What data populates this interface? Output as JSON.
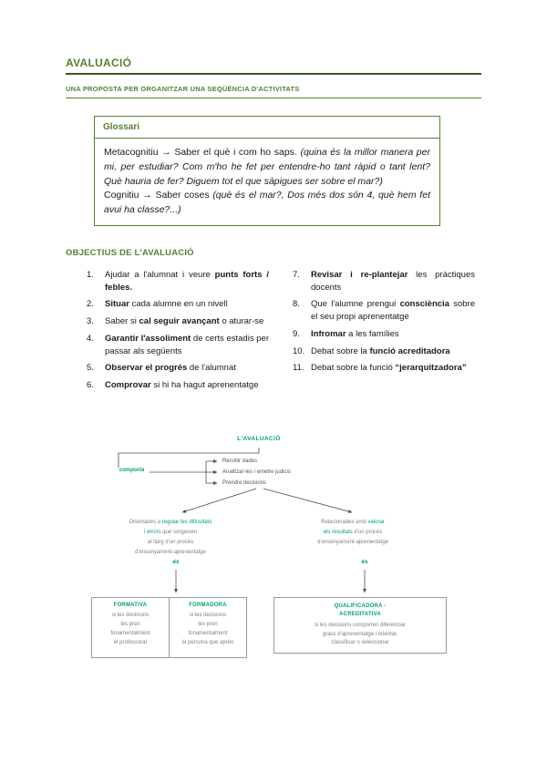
{
  "colors": {
    "heading_green": "#538135",
    "dark_green": "#385623",
    "diagram_green": "#00A45F",
    "body_text": "#1a1a1a",
    "diagram_gray": "#808080",
    "line_gray": "#4d4d4d"
  },
  "page": {
    "title": "AVALUACIÓ",
    "subtitle": "UNA PROPOSTA PER ORGANITZAR UNA SEQÜÈNCIA D'ACTIVITATS"
  },
  "glossary": {
    "header": "Glossari",
    "paragraphs": [
      {
        "runs": [
          {
            "t": "Metacognitiu → Saber el què i com ho saps. "
          },
          {
            "t": "(quina és la millor manera per mi, per estudiar? Com m'ho he fet per entendre-ho tant ràpid o tant lent? Què hauria de fer? Diguem tot el que sàpigues ser sobre el mar?)",
            "i": true
          }
        ]
      },
      {
        "runs": [
          {
            "t": "Cognitiu → Saber coses "
          },
          {
            "t": "(què és el mar?, Dos més dos són 4, què hem fet avui ha classe?...)",
            "i": true
          }
        ]
      }
    ]
  },
  "objectives": {
    "heading": "OBJECTIUS DE L'AVALUACIÓ",
    "left": [
      {
        "num": "1.",
        "runs": [
          {
            "t": "Ajudar a l'alumnat i veure "
          },
          {
            "t": "punts forts / febles.",
            "b": true
          }
        ]
      },
      {
        "num": "2.",
        "runs": [
          {
            "t": "Situar",
            "b": true
          },
          {
            "t": " cada alumne en un nivell"
          }
        ]
      },
      {
        "num": "3.",
        "runs": [
          {
            "t": "Saber si "
          },
          {
            "t": "cal seguir avançant",
            "b": true
          },
          {
            "t": " o aturar-se"
          }
        ]
      },
      {
        "num": "4.",
        "runs": [
          {
            "t": "Garantir l'assoliment",
            "b": true
          },
          {
            "t": " de certs estadis per passar als següents"
          }
        ]
      },
      {
        "num": "5.",
        "runs": [
          {
            "t": "Observar el progrés",
            "b": true
          },
          {
            "t": " de l'alumnat"
          }
        ]
      },
      {
        "num": "6.",
        "runs": [
          {
            "t": "Comprovar",
            "b": true
          },
          {
            "t": " si hi ha hagut aprenentatge"
          }
        ]
      }
    ],
    "right": [
      {
        "num": "7.",
        "runs": [
          {
            "t": "Revisar i re-plantejar",
            "b": true
          },
          {
            "t": " les pràctiques docents"
          }
        ]
      },
      {
        "num": "8.",
        "runs": [
          {
            "t": "Que l'alumne prengui "
          },
          {
            "t": "consciència",
            "b": true
          },
          {
            "t": " sobre el seu propi aprenentatge"
          }
        ]
      },
      {
        "num": "9.",
        "runs": [
          {
            "t": "Infromar",
            "b": true
          },
          {
            "t": " a les famílies"
          }
        ]
      },
      {
        "num": "10.",
        "runs": [
          {
            "t": "Debat sobre la "
          },
          {
            "t": "funció acreditadora",
            "b": true
          }
        ]
      },
      {
        "num": "11.",
        "runs": [
          {
            "t": "Debat sobre la funció "
          },
          {
            "t": "“jerarquitzadora”",
            "b": true
          }
        ]
      }
    ]
  },
  "diagram": {
    "root": "L'AVALUACIÓ",
    "comporta": "comporta",
    "steps": [
      "Recollir dades",
      "Analitzar-les i emetre judicis",
      "Prendre decisions"
    ],
    "left_branch": {
      "runs": [
        {
          "t": "Orientades a "
        },
        {
          "t": "regular les dificultats",
          "g": true
        },
        {
          "br": true
        },
        {
          "t": "i errors",
          "g": true
        },
        {
          "t": " que sorgeixen"
        },
        {
          "br": true
        },
        {
          "t": "al llarg d'un procés"
        },
        {
          "br": true
        },
        {
          "t": "d'ensenyament-aprenentatge"
        }
      ]
    },
    "right_branch": {
      "runs": [
        {
          "t": "Relacionades amb "
        },
        {
          "t": "valorar",
          "g": true
        },
        {
          "br": true
        },
        {
          "t": "els resultats",
          "g": true
        },
        {
          "t": " d'un procés"
        },
        {
          "br": true
        },
        {
          "t": "d'ensenyament-aprenentatge"
        }
      ]
    },
    "es": "és",
    "left_box": {
      "columns": [
        {
          "title": "FORMATIVA",
          "lines": [
            "si les decisions",
            "les pren",
            "fonamentalment",
            "el professorat"
          ]
        },
        {
          "title": "FORMADORA",
          "lines": [
            "si les decisions",
            "les pren",
            "fonamentalment",
            "la persona que aprèn"
          ]
        }
      ]
    },
    "right_box": {
      "title_lines": [
        "QUALIFICADORA -",
        "ACREDITATIVA"
      ],
      "lines": [
        "si les decisions comporten diferenciar",
        "graus d'aprenentatge i orientar,",
        "classificar o seleccionar"
      ]
    }
  }
}
